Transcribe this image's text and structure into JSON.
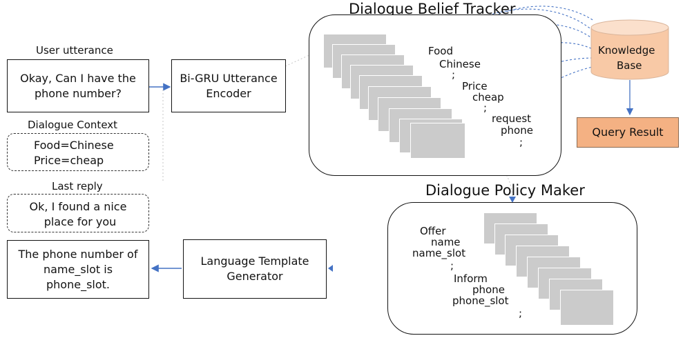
{
  "user_utterance": {
    "label": "User utterance",
    "text_line1": "Okay, Can I have the",
    "text_line2": "phone number?"
  },
  "encoder": {
    "line1": "Bi-GRU Utterance",
    "line2": "Encoder"
  },
  "dialogue_context": {
    "label": "Dialogue Context",
    "line1": "Food=Chinese",
    "line2": "Price=cheap"
  },
  "last_reply": {
    "label": "Last reply",
    "line1": "Ok, I found a nice",
    "line2": "place for you"
  },
  "output_response": {
    "line1": "The phone number of",
    "line2": "name_slot is",
    "line3": "phone_slot."
  },
  "template_generator": {
    "line1": "Language Template",
    "line2": "Generator"
  },
  "belief_tracker": {
    "title": "Dialogue Belief Tracker",
    "slots": [
      "Food",
      "Chinese",
      ";",
      "Price",
      "cheap",
      ";",
      "request",
      "phone",
      ";"
    ]
  },
  "knowledge_base": {
    "line1": "Knowledge",
    "line2": "Base"
  },
  "query_result": {
    "label": "Query Result"
  },
  "policy_maker": {
    "title": "Dialogue Policy Maker",
    "actions": [
      "Offer",
      "name",
      "name_slot",
      ";",
      "Inform",
      "phone",
      "phone_slot",
      ";"
    ]
  },
  "colors": {
    "arrow_blue": "#4472c4",
    "kb_fill": "#f8c9a6",
    "kb_top": "#fbe0cc",
    "query_fill": "#f4b183",
    "sheet_gray": "#cbcbcb"
  }
}
